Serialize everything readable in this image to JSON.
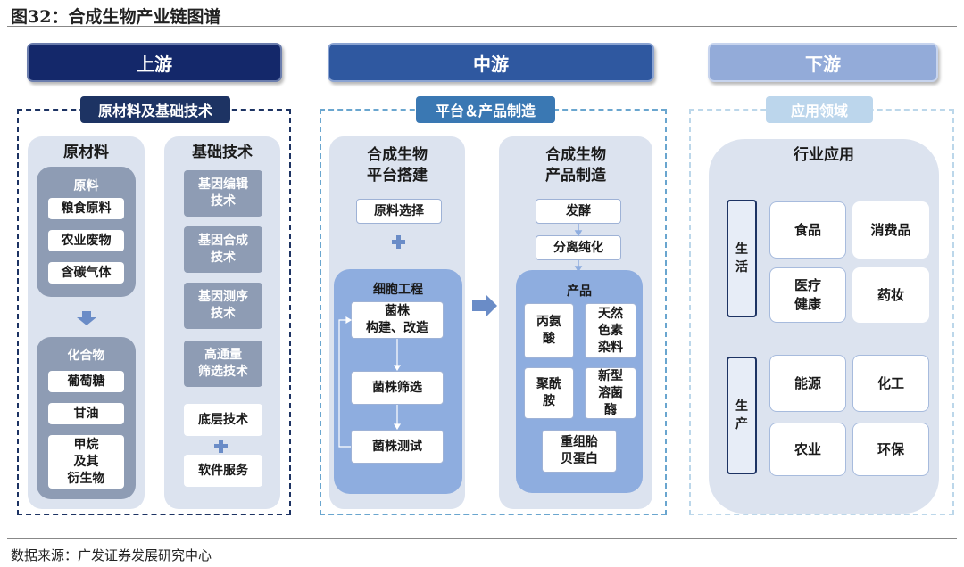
{
  "figure": {
    "title": "图32：合成生物产业链图谱",
    "source": "数据来源：广发证券发展研究中心"
  },
  "upstream": {
    "stage": "上游",
    "tag": "原材料及基础技术",
    "raw": {
      "label": "原材料",
      "group1": {
        "label": "原料",
        "items": [
          "粮食原料",
          "农业废物",
          "含碳气体"
        ]
      },
      "group2": {
        "label": "化合物",
        "items": [
          "葡萄糖",
          "甘油",
          "甲烷\n及其\n衍生物"
        ]
      }
    },
    "tech": {
      "label": "基础技术",
      "items": [
        "基因编辑\n技术",
        "基因合成\n技术",
        "基因测序\n技术",
        "高通量\n筛选技术"
      ],
      "items2": [
        "底层技术",
        "软件服务"
      ]
    }
  },
  "midstream": {
    "stage": "中游",
    "tag": "平台＆产品制造",
    "platform": {
      "label": "合成生物\n平台搭建",
      "raw_select": "原料选择",
      "cell": {
        "label": "细胞工程",
        "steps": [
          "菌株\n构建、改造",
          "菌株筛选",
          "菌株测试"
        ]
      }
    },
    "product": {
      "label": "合成生物\n产品制造",
      "steps": [
        "发酵",
        "分离纯化"
      ],
      "products": {
        "label": "产品",
        "items": [
          "丙氨\n酸",
          "天然\n色素\n染料",
          "聚酰\n胺",
          "新型\n溶菌\n酶",
          "重组胎\n贝蛋白"
        ]
      }
    }
  },
  "downstream": {
    "stage": "下游",
    "tag": "应用领域",
    "industry": {
      "label": "行业应用",
      "life": {
        "label": "生\n活",
        "items": [
          "食品",
          "消费品",
          "医疗\n健康",
          "药妆"
        ]
      },
      "production": {
        "label": "生\n产",
        "items": [
          "能源",
          "化工",
          "农业",
          "环保"
        ]
      }
    }
  }
}
